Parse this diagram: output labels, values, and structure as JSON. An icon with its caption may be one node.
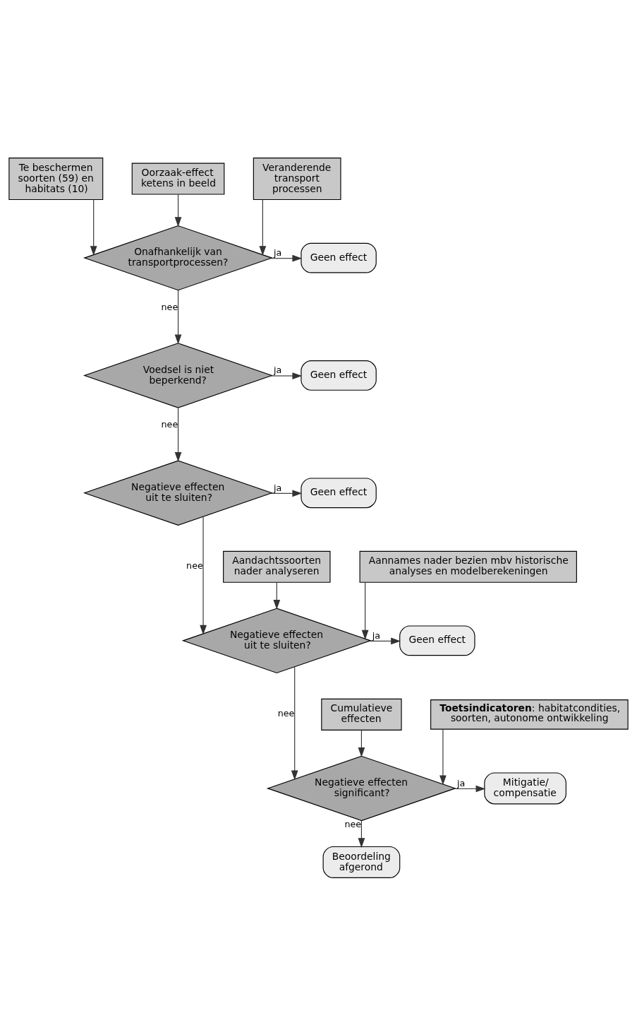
{
  "diagram": {
    "nodes": [
      {
        "text": [
          "Te beschermen soorten (59) en habitats (10)"
        ]
      },
      {
        "text": [
          "Oorzaak-effect ketens in beeld"
        ]
      },
      {
        "text": [
          "Veranderende transport processen"
        ]
      },
      {
        "text": [
          "Onafhankelijk van transportprocessen?"
        ]
      },
      {
        "text": [
          "Geen effect"
        ]
      },
      {
        "text": [
          "Voedsel is niet beperkend?"
        ]
      },
      {
        "text": [
          "Geen effect"
        ]
      },
      {
        "text": [
          "Negatieve effecten uit te sluiten?"
        ]
      },
      {
        "text": [
          "Geen effect"
        ]
      },
      {
        "text": [
          "Aandachtssoorten nader analyseren"
        ]
      },
      {
        "text": [
          "Aannames nader bezien mbv historische analyses en modelberekeningen"
        ]
      },
      {
        "text": [
          "Negatieve effecten uit te sluiten?"
        ]
      },
      {
        "text": [
          "Geen effect"
        ]
      },
      {
        "text": [
          "Cumulatieve effecten"
        ]
      },
      {
        "text": [
          "**Toetsindicatoren**: habitatcondities, soorten, autonome ontwikkeling"
        ]
      },
      {
        "text": [
          "Negatieve effecten significant?"
        ]
      },
      {
        "text": [
          "Mitigatie/ compensatie"
        ]
      },
      {
        "text": [
          "Beoordeling afgerond"
        ]
      }
    ],
    "edges": [
      {
        "from": 0,
        "to": 3,
        "arrow": "to"
      },
      {
        "from": 1,
        "to": 3,
        "arrow": "to"
      },
      {
        "from": 2,
        "to": 3,
        "arrow": "to"
      },
      {
        "from": 3,
        "to": 4,
        "arrow": "to",
        "label": "ja"
      },
      {
        "from": 3,
        "to": 5,
        "arrow": "to",
        "label": "nee"
      },
      {
        "from": 5,
        "to": 6,
        "arrow": "to",
        "label": "ja"
      },
      {
        "from": 5,
        "to": 7,
        "arrow": "to",
        "label": "nee"
      },
      {
        "from": 7,
        "to": 8,
        "arrow": "to",
        "label": "ja"
      },
      {
        "from": 7,
        "to": 11,
        "arrow": "to",
        "label": "nee"
      },
      {
        "from": 9,
        "to": 11,
        "arrow": "to"
      },
      {
        "from": 10,
        "to": 11,
        "arrow": "to"
      },
      {
        "from": 11,
        "to": 12,
        "arrow": "to",
        "label": "ja"
      },
      {
        "from": 11,
        "to": 15,
        "arrow": "to",
        "label": "nee"
      },
      {
        "from": 13,
        "to": 15,
        "arrow": "to"
      },
      {
        "from": 14,
        "to": 15,
        "arrow": "to"
      },
      {
        "from": 15,
        "to": 16,
        "arrow": "to",
        "label": "ja"
      },
      {
        "from": 15,
        "to": 17,
        "arrow": "to",
        "label": "nee"
      }
    ]
  }
}
